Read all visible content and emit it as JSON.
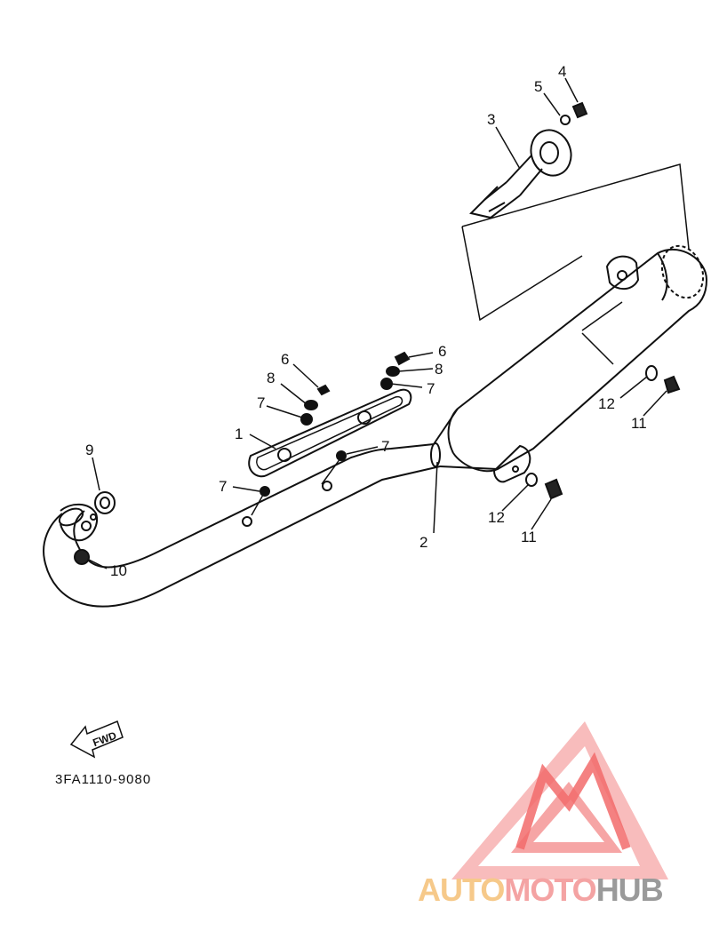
{
  "diagram": {
    "part_code": "3FA1110-9080",
    "direction_label": "FWD",
    "callouts": [
      "1",
      "2",
      "3",
      "4",
      "5",
      "6",
      "7",
      "8",
      "9",
      "10",
      "11",
      "12"
    ]
  },
  "watermark": {
    "brand_part1": "AUTO",
    "brand_part2": "MOTO",
    "brand_part3": "HUB",
    "colors": {
      "auto": "#f6c98a",
      "moto": "#f4a3a3",
      "hub": "#9a9a9a",
      "logo": "#f26b6b"
    }
  }
}
